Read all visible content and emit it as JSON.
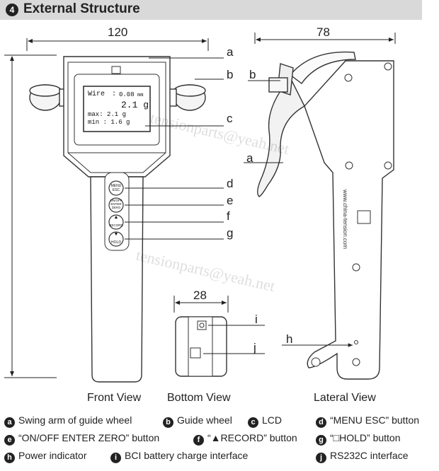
{
  "header": {
    "number": "4",
    "title": "External Structure"
  },
  "dimensions": {
    "front_width": "120",
    "lateral_width": "78",
    "bottom_width": "28"
  },
  "callouts": {
    "a": "a",
    "b": "b",
    "c": "c",
    "d": "d",
    "e": "e",
    "f": "f",
    "g": "g",
    "h": "h",
    "i": "i",
    "j": "j"
  },
  "lcd": {
    "line1_label": "Wire",
    "line1_sep": ":",
    "line1_value": "0.08",
    "line1_unit": "mm",
    "line2": "2.1 g",
    "line3": "max: 2.1 g",
    "line4": "min : 1.6 g"
  },
  "buttons": {
    "menu": "MENU\nESC",
    "onoff": "ON/OFF\nENTER\nZERO",
    "record_sym": "▲",
    "record": "RECORD",
    "hold_sym": "▼",
    "hold": "HOLD"
  },
  "lateral_website": "www.china-tension.com",
  "views": {
    "front": "Front View",
    "bottom": "Bottom View",
    "lateral": "Lateral View"
  },
  "legend": [
    {
      "key": "a",
      "text": "Swing arm of guide wheel"
    },
    {
      "key": "b",
      "text": "Guide wheel"
    },
    {
      "key": "c",
      "text": "LCD"
    },
    {
      "key": "d",
      "text": "“MENU ESC” button"
    },
    {
      "key": "e",
      "text": "“ON/OFF ENTER ZERO” button"
    },
    {
      "key": "f",
      "text": "“▲RECORD” button"
    },
    {
      "key": "g",
      "text": "“□HOLD” button"
    },
    {
      "key": "h",
      "text": "Power indicator"
    },
    {
      "key": "i",
      "text": "BCI battery charge interface"
    },
    {
      "key": "j",
      "text": "RS232C interface"
    }
  ],
  "watermarks": [
    "tensionparts@yeah.net",
    "tensionparts@yeah.net"
  ]
}
